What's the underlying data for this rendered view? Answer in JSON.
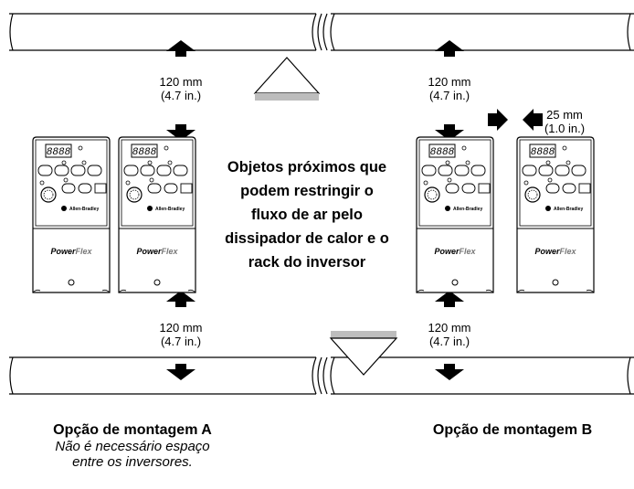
{
  "clearance_top_left": {
    "mm": "120 mm",
    "in": "(4.7 in.)"
  },
  "clearance_bottom_left": {
    "mm": "120 mm",
    "in": "(4.7 in.)"
  },
  "clearance_top_right": {
    "mm": "120 mm",
    "in": "(4.7 in.)"
  },
  "clearance_bottom_right": {
    "mm": "120 mm",
    "in": "(4.7 in.)"
  },
  "clearance_side": {
    "mm": "25 mm",
    "in": "(1.0 in.)"
  },
  "center_note": [
    "Objetos próximos que",
    "podem restringir o",
    "fluxo de ar pelo",
    "dissipador de calor e o",
    "rack do inversor"
  ],
  "option_a": {
    "title": "Opção de montagem A",
    "note_line1": "Não é necessário espaço",
    "note_line2": "entre os inversores."
  },
  "option_b": {
    "title": "Opção de montagem B"
  },
  "drive": {
    "display": "8888",
    "brand": "Allen-Bradley",
    "logo_power": "Power",
    "logo_flex": "Flex"
  }
}
